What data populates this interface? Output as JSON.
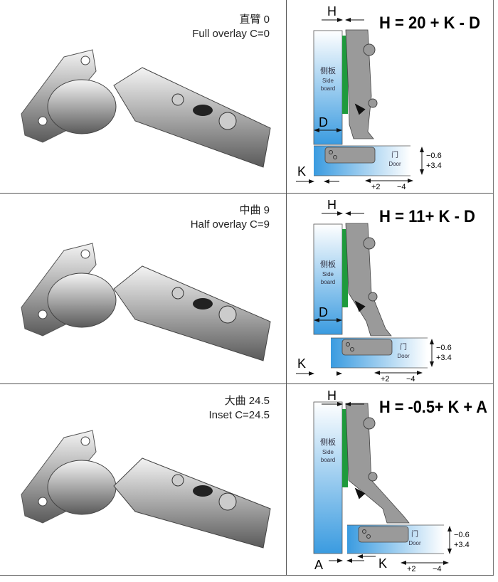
{
  "rows": [
    {
      "name_cn": "直臂  0",
      "name_en": "Full overlay C=0",
      "formula": "H = 20 + K - D",
      "labels": {
        "h": "H",
        "d": "D",
        "k": "K",
        "side_cn": "侧板",
        "side_en1": "Side",
        "side_en2": "board",
        "door_cn": "门",
        "door_en": "Door",
        "tol1": "−0.6",
        "tol2": "+3.4",
        "adj1": "+2",
        "adj2": "−4"
      }
    },
    {
      "name_cn": "中曲  9",
      "name_en": "Half overlay C=9",
      "formula": "H = 11+ K - D",
      "labels": {
        "h": "H",
        "d": "D",
        "k": "K",
        "side_cn": "侧板",
        "side_en1": "Side",
        "side_en2": "board",
        "door_cn": "门",
        "door_en": "Door",
        "tol1": "−0.6",
        "tol2": "+3.4",
        "adj1": "+2",
        "adj2": "−4"
      }
    },
    {
      "name_cn": "大曲 24.5",
      "name_en": "Inset C=24.5",
      "formula": "H = -0.5+ K + A",
      "labels": {
        "h": "H",
        "a": "A",
        "k": "K",
        "side_cn": "侧板",
        "side_en1": "Side",
        "side_en2": "board",
        "door_cn": "门",
        "door_en": "Door",
        "tol1": "−0.6",
        "tol2": "+3.4",
        "adj1": "+2",
        "adj2": "−4"
      }
    }
  ],
  "colors": {
    "board": "#3a9be0",
    "hinge": "#9a9a9a",
    "plate": "#1e9a3c"
  }
}
